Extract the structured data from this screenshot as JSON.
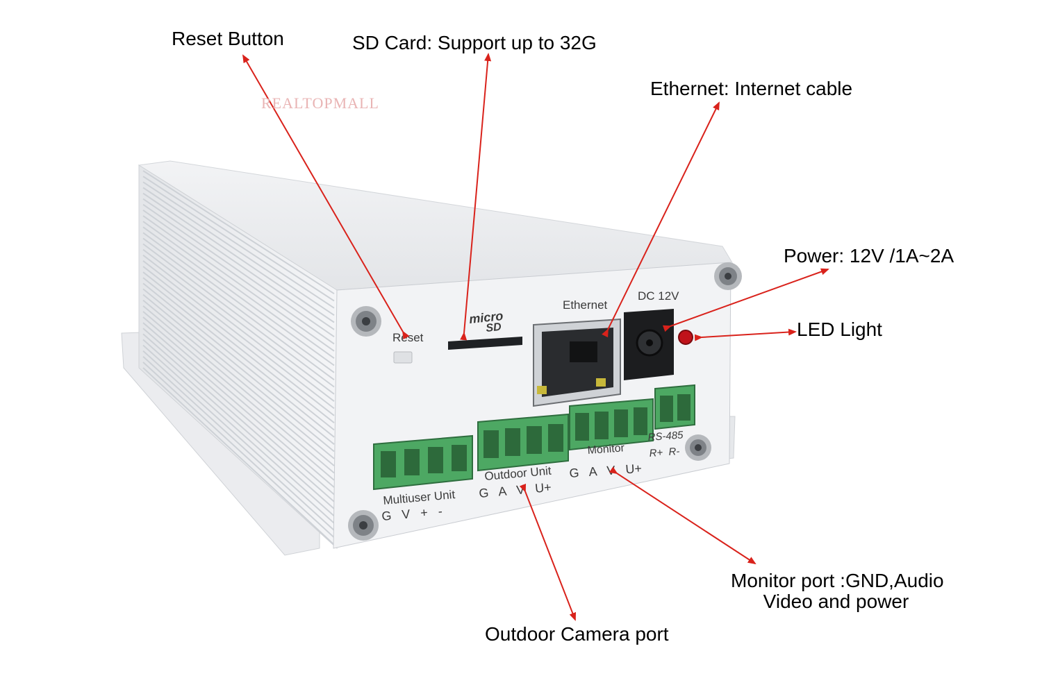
{
  "watermark": "REALTOPMALL",
  "callouts": {
    "reset_button": "Reset Button",
    "sd_card": "SD Card: Support up to 32G",
    "ethernet": "Ethernet: Internet cable",
    "power": "Power: 12V /1A~2A",
    "led_light": "LED Light",
    "monitor_port": "Monitor port :GND,Audio\n      Video and power",
    "outdoor_camera_port": "Outdoor Camera port"
  },
  "device_labels": {
    "reset": "Reset",
    "micro": "micro",
    "sd": "SD",
    "ethernet": "Ethernet",
    "dc": "DC 12V",
    "multiuser": "Multiuser Unit",
    "multiuser_pins": "G   V   +   -",
    "outdoor": "Outdoor Unit",
    "outdoor_pins": "G   A   V   U+",
    "monitor": "Monitor",
    "monitor_pins": "G   A   V   U+",
    "rs485": "RS-485",
    "rs485_pins": "R+  R-"
  },
  "colors": {
    "arrow": "#d9221b",
    "terminal": "#4da863",
    "led": "#c0121a"
  }
}
